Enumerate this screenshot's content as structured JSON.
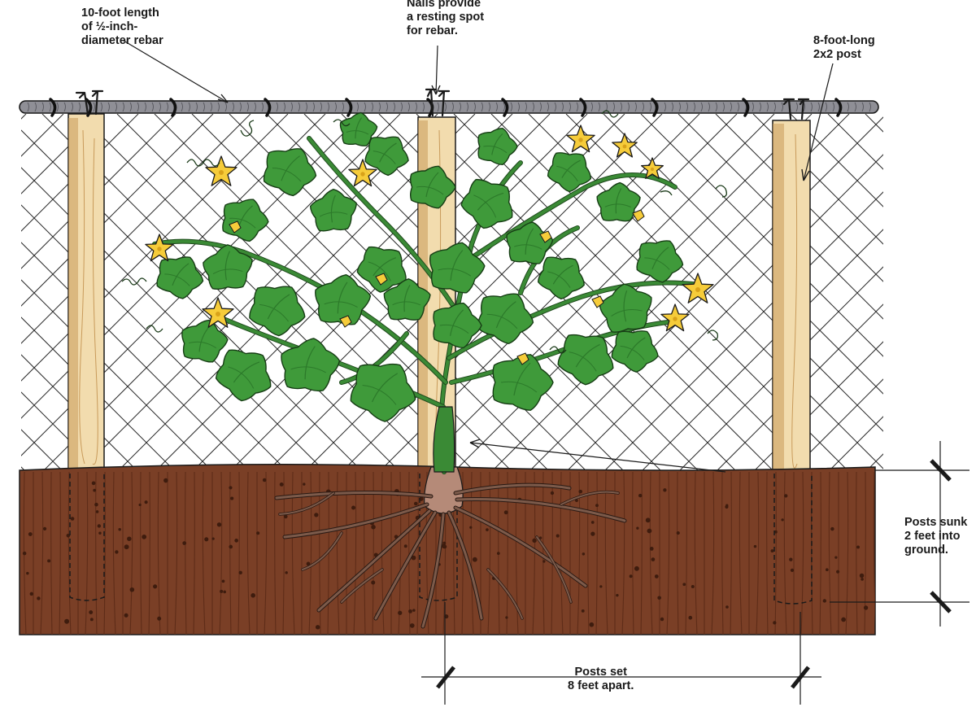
{
  "colors": {
    "soil": "#7a3f26",
    "soil_dark": "#5e2c18",
    "soil_dot": "#3e1c0e",
    "post_wood": "#f2dcae",
    "post_shade": "#c89a5a",
    "rebar": "#8f8f96",
    "mesh": "#2a2a2a",
    "leaf": "#3f9a3a",
    "leaf_dark": "#2c7a2a",
    "stem": "#3a8a35",
    "flower": "#f6cc3a",
    "root": "#7c5a4a",
    "ink": "#1a1a1a"
  },
  "labels": {
    "rebar": [
      "10-foot length",
      "of ½-inch-",
      "diameter rebar"
    ],
    "nails": [
      "Nails provide",
      "a resting spot",
      "for rebar."
    ],
    "post": [
      "8-foot-long",
      "2x2 post"
    ],
    "depth": [
      "Posts sunk",
      "2 feet into",
      "ground."
    ],
    "spacing": [
      "Posts set",
      "8 feet apart."
    ]
  }
}
